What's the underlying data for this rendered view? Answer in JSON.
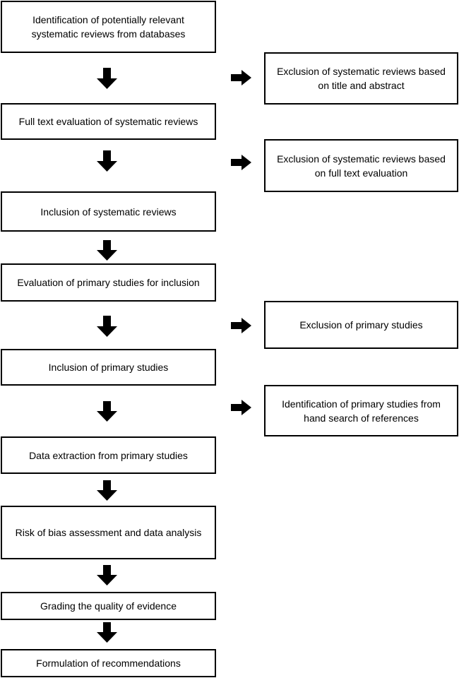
{
  "main_steps": [
    {
      "text": "Identification of potentially relevant\nsystematic reviews from databases"
    },
    {
      "text": "Full text evaluation of systematic reviews"
    },
    {
      "text": "Inclusion of systematic reviews"
    },
    {
      "text": "Evaluation of primary studies for inclusion"
    },
    {
      "text": "Inclusion of primary studies"
    },
    {
      "text": "Data extraction from primary studies"
    },
    {
      "text": "Risk of bias assessment and data analysis"
    },
    {
      "text": "Grading the quality of evidence"
    },
    {
      "text": "Formulation of recommendations"
    }
  ],
  "side_steps": [
    {
      "text": "Exclusion of systematic reviews based\non title and abstract"
    },
    {
      "text": "Exclusion of systematic reviews based\non full text evaluation"
    },
    {
      "text": "Exclusion of primary studies"
    },
    {
      "text": "Identification of primary studies from\nhand search of references"
    }
  ]
}
